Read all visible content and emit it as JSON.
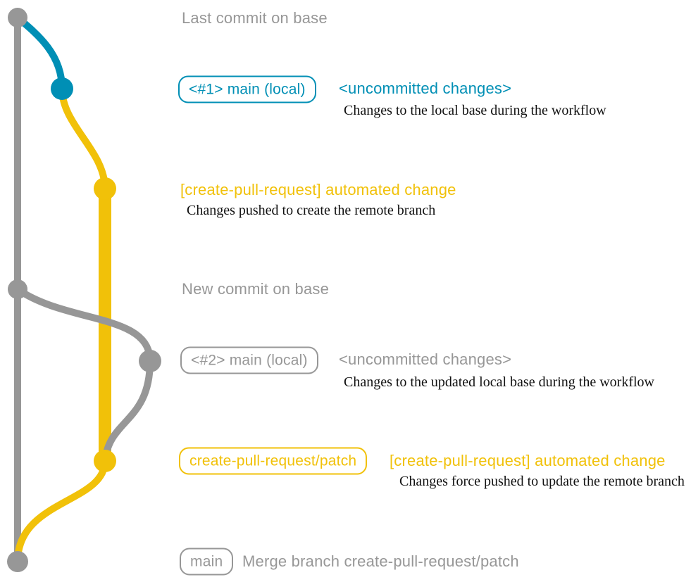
{
  "colors": {
    "gray": "#979797",
    "blue": "#008fb5",
    "yellow": "#f1c109",
    "ink": "#111111"
  },
  "graph_legend": {
    "base_branch": "base (gray)",
    "local_main_branch": "main local (blue)",
    "patch_branch": "create-pull-request/patch (yellow)"
  },
  "rows": {
    "last_commit": {
      "label": "Last commit on base"
    },
    "main_local_1": {
      "branch_label": "<#1> main (local)",
      "status": "<uncommitted changes>",
      "description": "Changes to the local base during the workflow"
    },
    "automated_change_1": {
      "label": "[create-pull-request] automated change",
      "description": "Changes pushed to create the remote branch"
    },
    "new_commit": {
      "label": "New commit on base"
    },
    "main_local_2": {
      "branch_label": "<#2> main (local)",
      "status": "<uncommitted changes>",
      "description": "Changes to the updated local base during the workflow"
    },
    "automated_change_2": {
      "branch_label": "create-pull-request/patch",
      "label": "[create-pull-request] automated change",
      "description": "Changes force pushed to update the remote branch"
    },
    "merge_commit": {
      "branch_label": "main",
      "label": "Merge branch create-pull-request/patch"
    }
  }
}
